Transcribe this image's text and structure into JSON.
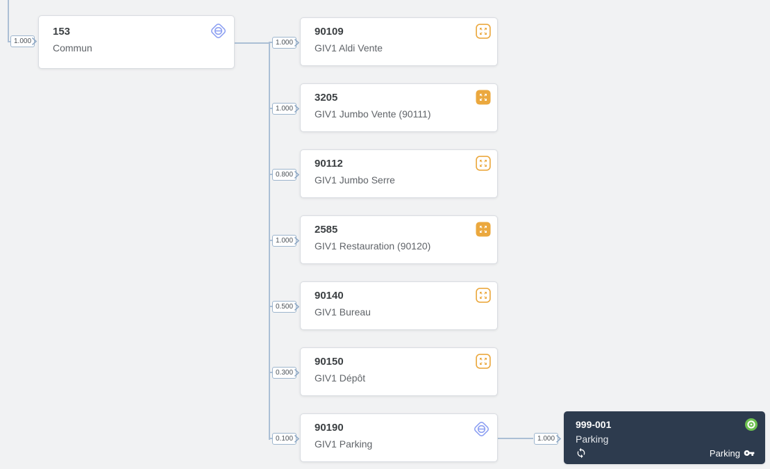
{
  "diagram": {
    "root_incoming_weight": "1.000",
    "root": {
      "id": "153",
      "name": "Commun",
      "icon": "virtual-meter-diamond-icon"
    },
    "children": [
      {
        "id": "90109",
        "name": "GIV1 Aldi Vente",
        "weight": "1.000",
        "icon": "submeter-expand-outline-icon"
      },
      {
        "id": "3205",
        "name": "GIV1 Jumbo Vente (90111)",
        "weight": "1.000",
        "icon": "submeter-expand-filled-icon"
      },
      {
        "id": "90112",
        "name": "GIV1 Jumbo Serre",
        "weight": "0.800",
        "icon": "submeter-expand-outline-icon"
      },
      {
        "id": "2585",
        "name": "GIV1 Restauration (90120)",
        "weight": "1.000",
        "icon": "submeter-expand-filled-icon"
      },
      {
        "id": "90140",
        "name": "GIV1 Bureau",
        "weight": "0.500",
        "icon": "submeter-expand-outline-icon"
      },
      {
        "id": "90150",
        "name": "GIV1 Dépôt",
        "weight": "0.300",
        "icon": "submeter-expand-outline-icon"
      },
      {
        "id": "90190",
        "name": "GIV1 Parking",
        "weight": "0.100",
        "icon": "virtual-meter-diamond-icon"
      }
    ],
    "leaf": {
      "id": "999-001",
      "name": "Parking",
      "incoming_weight": "1.000",
      "footer_text": "Parking",
      "icons": [
        "status-active-target-icon",
        "sync-icon",
        "key-icon"
      ]
    },
    "colors": {
      "canvas_bg": "#f1f2f3",
      "connector": "#abbfd5",
      "card_bg": "#ffffff",
      "card_border": "#d9dce1",
      "accent_orange": "#eba83e",
      "accent_blue": "#8c9ff2",
      "status_green": "#6cc04f",
      "dark_node_bg": "#2d3b4e"
    }
  }
}
